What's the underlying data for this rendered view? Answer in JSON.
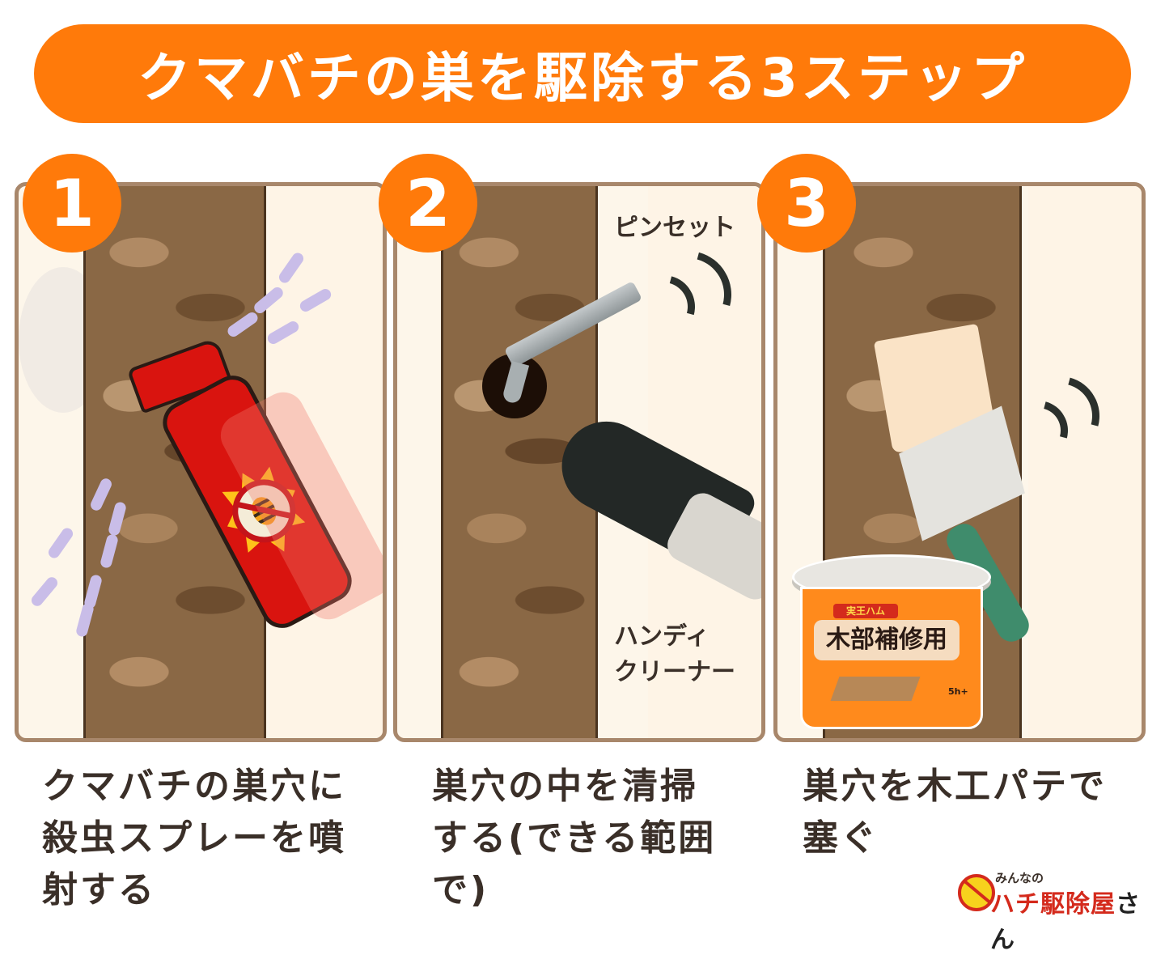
{
  "title": "クマバチの巣を駆除する3ステップ",
  "colors": {
    "accent": "#ff7a0a",
    "panel_border": "#a8876b",
    "panel_bg": "#fdf6ea",
    "text": "#3a2f28",
    "spray_red": "#d9140f",
    "brush_green": "#3f8c6c",
    "logo_red": "#d42a1c"
  },
  "steps": [
    {
      "number": "1",
      "caption": "クマバチの巣穴に\n殺虫スプレーを噴\n射する",
      "illustration": "spray-can-insecticide",
      "labels": []
    },
    {
      "number": "2",
      "caption": "巣穴の中を清掃\nする(できる範囲\nで)",
      "illustration": "tweezers-and-handheld-vacuum",
      "labels": [
        "ピンセット",
        "ハンディ\nクリーナー"
      ]
    },
    {
      "number": "3",
      "caption": "巣穴を木工パテで\n塞ぐ",
      "illustration": "putty-bucket-and-brush",
      "labels": [],
      "bucket": {
        "small_label": "実王ハム",
        "main_label": "木部補修用",
        "size": "5h+"
      }
    }
  ],
  "logo": {
    "top": "みんなの",
    "main": "ハチ駆除屋",
    "suffix": "さん"
  }
}
